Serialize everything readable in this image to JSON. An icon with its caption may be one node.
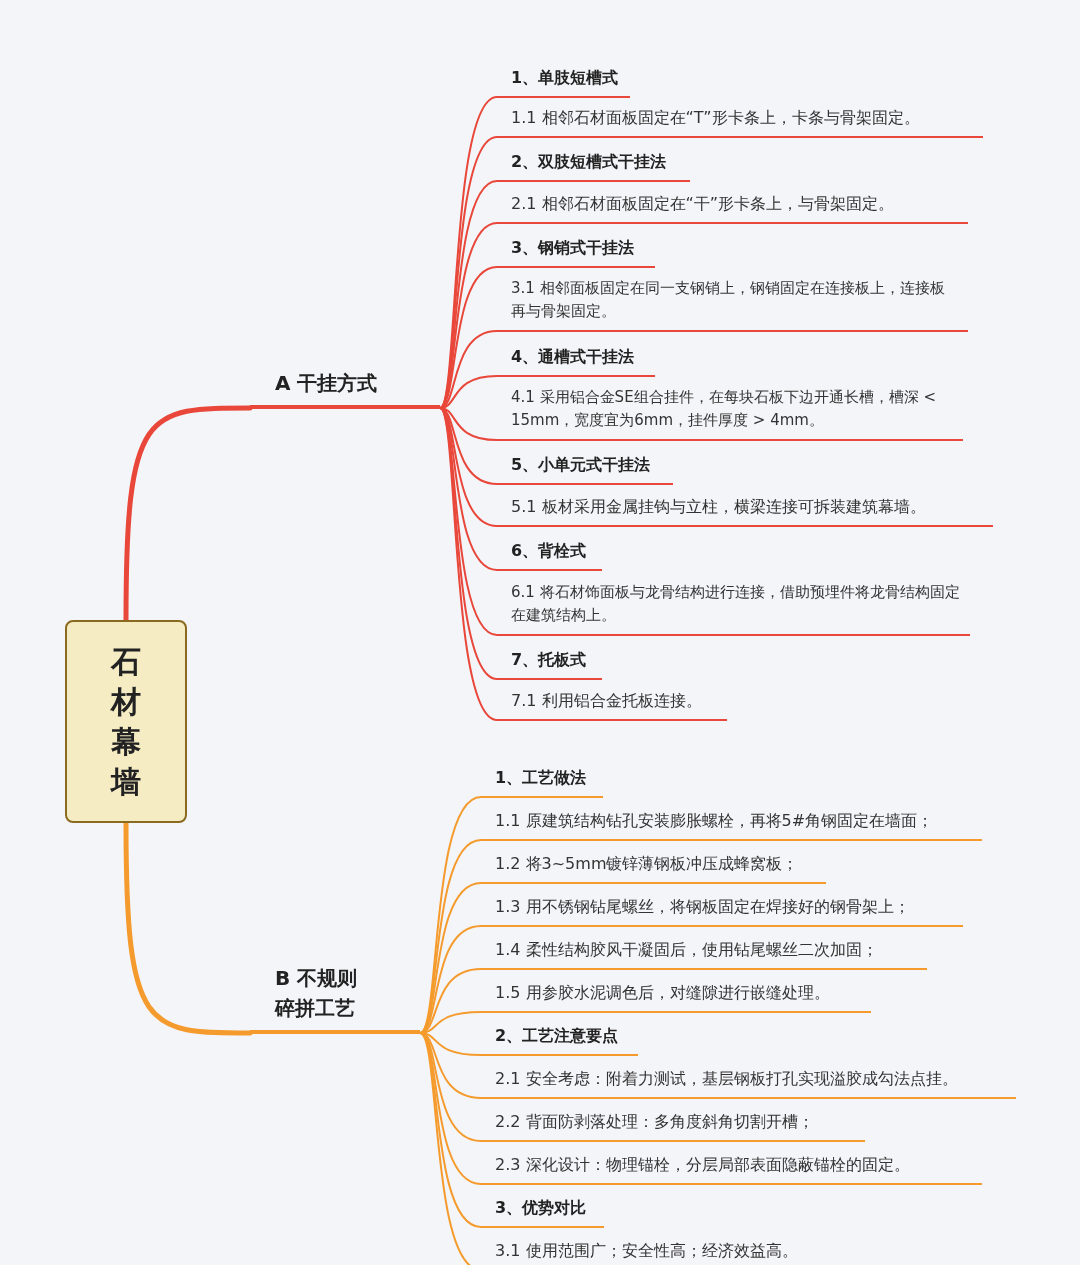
{
  "diagram": {
    "nodes": [
      {
        "text": [
          "石材幕墙"
        ]
      },
      {
        "text": [
          "A 干挂方式"
        ]
      },
      {
        "text": [
          "1、单肢短槽式"
        ]
      },
      {
        "text": [
          "1.1 相邻石材面板固定在“T”形卡条上，卡条与骨架固定。"
        ]
      },
      {
        "text": [
          "2、双肢短槽式干挂法"
        ]
      },
      {
        "text": [
          "2.1 相邻石材面板固定在“干”形卡条上，与骨架固定。"
        ]
      },
      {
        "text": [
          "3、钢销式干挂法"
        ]
      },
      {
        "text": [
          "3.1 相邻面板固定在同一支钢销上，钢销固定在连接板上，连接板再与骨架固定。"
        ]
      },
      {
        "text": [
          "4、通槽式干挂法"
        ]
      },
      {
        "text": [
          "4.1 采用铝合金SE组合挂件，在每块石板下边开通长槽，槽深 < 15mm，宽度宜为6mm，挂件厚度 > 4mm。"
        ]
      },
      {
        "text": [
          "5、小单元式干挂法"
        ]
      },
      {
        "text": [
          "5.1 板材采用金属挂钩与立柱，横梁连接可拆装建筑幕墙。"
        ]
      },
      {
        "text": [
          "6、背栓式"
        ]
      },
      {
        "text": [
          "6.1 将石材饰面板与龙骨结构进行连接，借助预埋件将龙骨结构固定在建筑结构上。"
        ]
      },
      {
        "text": [
          "7、托板式"
        ]
      },
      {
        "text": [
          "7.1 利用铝合金托板连接。"
        ]
      },
      {
        "text": [
          "B 不规则碎拼工艺"
        ]
      },
      {
        "text": [
          "1、工艺做法"
        ]
      },
      {
        "text": [
          "1.1 原建筑结构钻孔安装膨胀螺栓，再将5#角钢固定在墙面；"
        ]
      },
      {
        "text": [
          "1.2 将3~5mm镀锌薄钢板冲压成蜂窝板；"
        ]
      },
      {
        "text": [
          "1.3 用不锈钢钻尾螺丝，将钢板固定在焊接好的钢骨架上；"
        ]
      },
      {
        "text": [
          "1.4 柔性结构胶风干凝固后，使用钻尾螺丝二次加固；"
        ]
      },
      {
        "text": [
          "1.5 用参胶水泥调色后，对缝隙进行嵌缝处理。"
        ]
      },
      {
        "text": [
          "2、工艺注意要点"
        ]
      },
      {
        "text": [
          "2.1 安全考虑：附着力测试，基层钢板打孔实现溢胶成勾法点挂。"
        ]
      },
      {
        "text": [
          "2.2 背面防剥落处理：多角度斜角切割开槽；"
        ]
      },
      {
        "text": [
          "2.3 深化设计：物理锚栓，分层局部表面隐蔽锚栓的固定。"
        ]
      },
      {
        "text": [
          "3、优势对比"
        ]
      },
      {
        "text": [
          "3.1 使用范围广；安全性高；经济效益高。"
        ]
      }
    ],
    "edges": [
      {
        "from": 0,
        "to": 1,
        "arrow": "none",
        "style": "thick"
      },
      {
        "from": 1,
        "to": 2,
        "arrow": "none"
      },
      {
        "from": 1,
        "to": 3,
        "arrow": "none"
      },
      {
        "from": 1,
        "to": 4,
        "arrow": "none"
      },
      {
        "from": 1,
        "to": 5,
        "arrow": "none"
      },
      {
        "from": 1,
        "to": 6,
        "arrow": "none"
      },
      {
        "from": 1,
        "to": 7,
        "arrow": "none"
      },
      {
        "from": 1,
        "to": 8,
        "arrow": "none"
      },
      {
        "from": 1,
        "to": 9,
        "arrow": "none"
      },
      {
        "from": 1,
        "to": 10,
        "arrow": "none"
      },
      {
        "from": 1,
        "to": 11,
        "arrow": "none"
      },
      {
        "from": 1,
        "to": 12,
        "arrow": "none"
      },
      {
        "from": 1,
        "to": 13,
        "arrow": "none"
      },
      {
        "from": 1,
        "to": 14,
        "arrow": "none"
      },
      {
        "from": 1,
        "to": 15,
        "arrow": "none"
      },
      {
        "from": 0,
        "to": 16,
        "arrow": "none",
        "style": "thick",
        "color": "#f59b2d"
      },
      {
        "from": 16,
        "to": 17,
        "arrow": "none",
        "color": "#f59b2d"
      },
      {
        "from": 16,
        "to": 18,
        "arrow": "none",
        "color": "#f59b2d"
      },
      {
        "from": 16,
        "to": 19,
        "arrow": "none",
        "color": "#f59b2d"
      },
      {
        "from": 16,
        "to": 20,
        "arrow": "none",
        "color": "#f59b2d"
      },
      {
        "from": 16,
        "to": 21,
        "arrow": "none",
        "color": "#f59b2d"
      },
      {
        "from": 16,
        "to": 22,
        "arrow": "none",
        "color": "#f59b2d"
      },
      {
        "from": 16,
        "to": 23,
        "arrow": "none",
        "color": "#f59b2d"
      },
      {
        "from": 16,
        "to": 24,
        "arrow": "none",
        "color": "#f59b2d"
      },
      {
        "from": 16,
        "to": 25,
        "arrow": "none",
        "color": "#f59b2d"
      },
      {
        "from": 16,
        "to": 26,
        "arrow": "none",
        "color": "#f59b2d"
      },
      {
        "from": 16,
        "to": 27,
        "arrow": "none",
        "color": "#f59b2d"
      },
      {
        "from": 16,
        "to": 28,
        "arrow": "none",
        "color": "#f59b2d"
      }
    ]
  }
}
